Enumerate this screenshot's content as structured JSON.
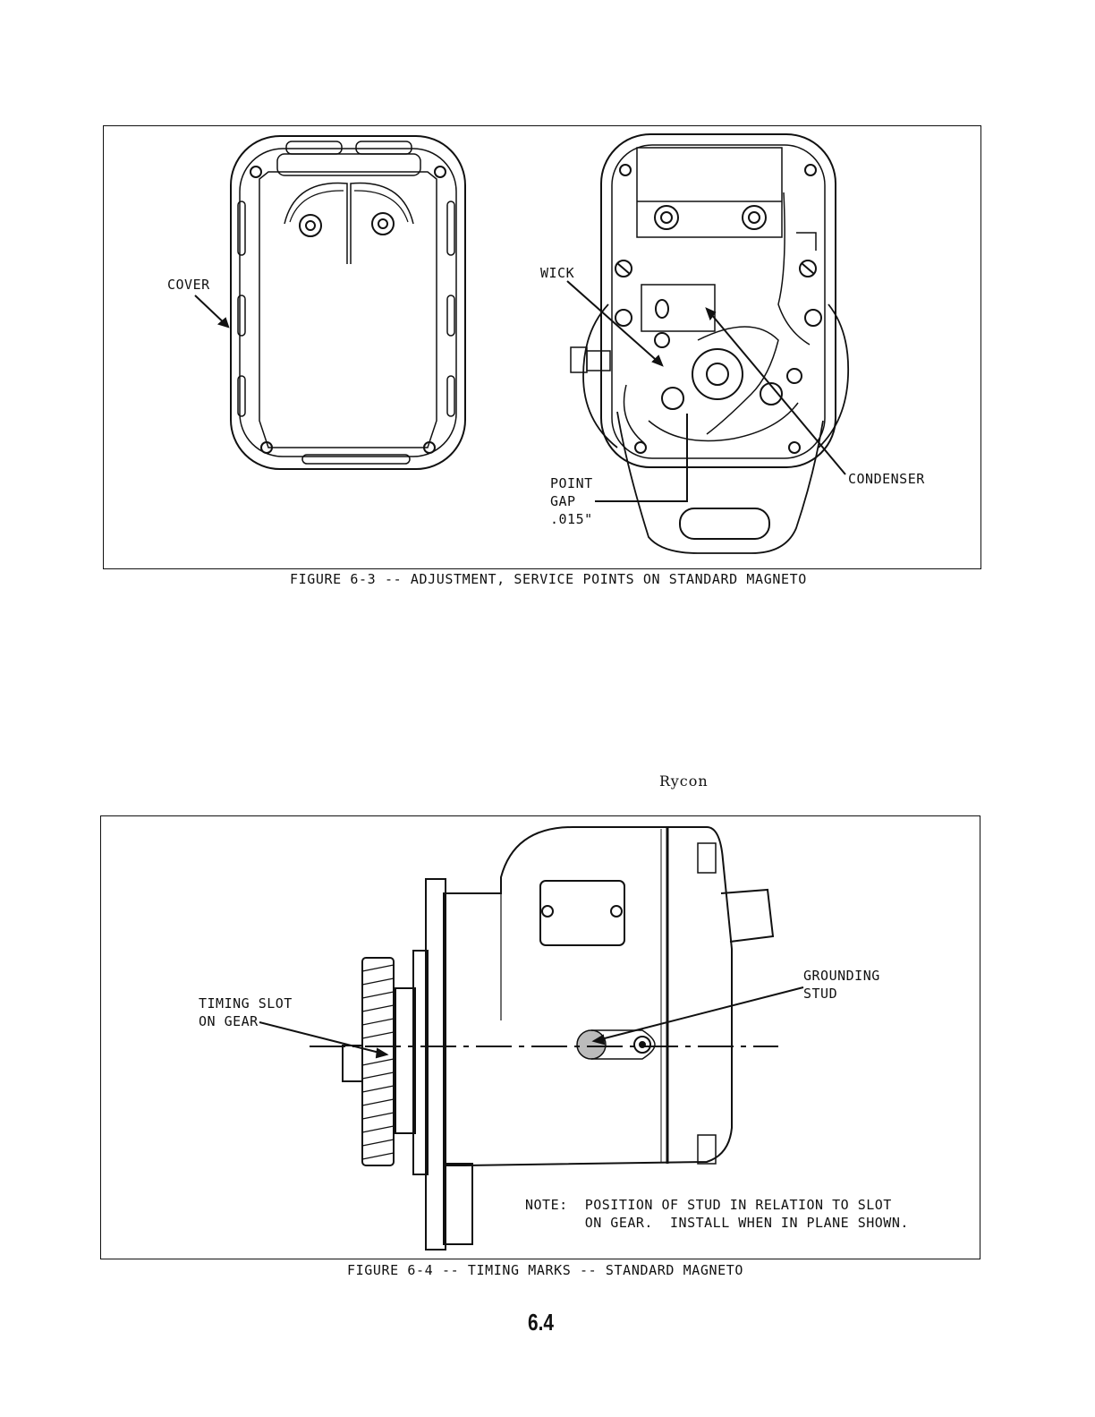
{
  "figure_6_3": {
    "labels": {
      "cover": "COVER",
      "wick": "WICK",
      "condenser": "CONDENSER",
      "point_gap_1": "POINT",
      "point_gap_2": "GAP",
      "point_gap_3": ".015\""
    },
    "caption": "FIGURE 6-3 -- ADJUSTMENT, SERVICE POINTS ON STANDARD MAGNETO"
  },
  "watermark": "Rycon",
  "figure_6_4": {
    "labels": {
      "timing_slot_1": "TIMING SLOT",
      "timing_slot_2": "ON GEAR",
      "grounding_1": "GROUNDING",
      "grounding_2": "STUD",
      "note_1": "NOTE:  POSITION OF STUD IN RELATION TO SLOT",
      "note_2": "       ON GEAR.  INSTALL WHEN IN PLANE SHOWN."
    },
    "caption": "FIGURE 6-4 -- TIMING MARKS -- STANDARD MAGNETO"
  },
  "page_number": "6.4"
}
